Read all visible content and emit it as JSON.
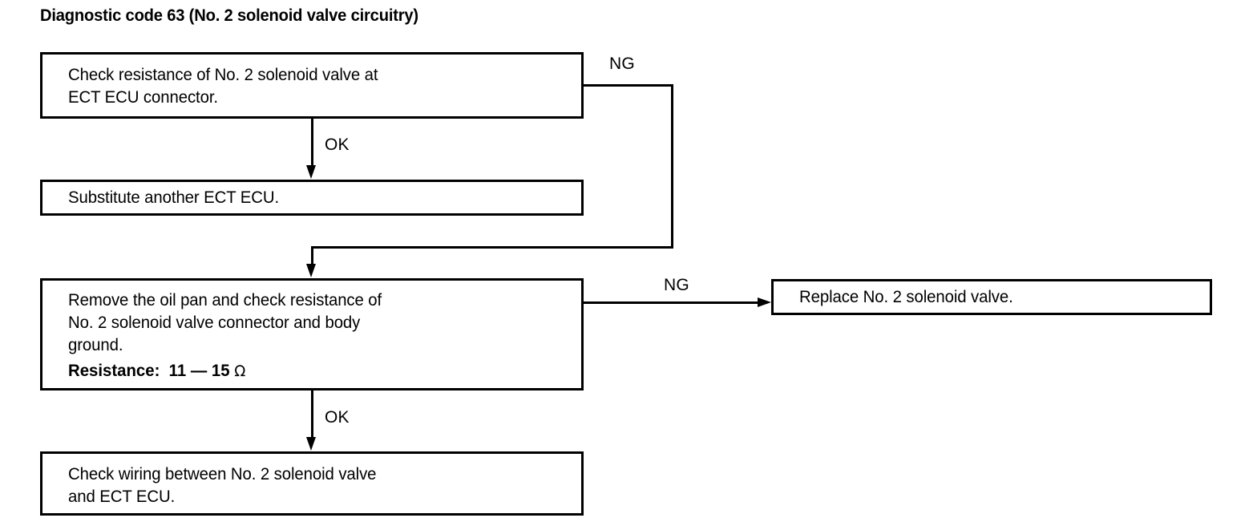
{
  "page": {
    "title": "Diagnostic code 63 (No. 2 solenoid valve circuitry)",
    "background_color": "#ffffff",
    "line_color": "#000000"
  },
  "flowchart": {
    "type": "diagnostic-flowchart",
    "nodes": [
      {
        "id": "check-resistance",
        "text": "Check resistance of No. 2 solenoid valve at\nECT ECU connector."
      },
      {
        "id": "substitute-ecu",
        "text": "Substitute another ECT ECU."
      },
      {
        "id": "remove-oil-pan",
        "text": "Remove the oil pan and check resistance of\nNo. 2 solenoid valve connector and body\nground.",
        "spec_label": "Resistance:",
        "spec_value": "11 — 15",
        "spec_unit": "Ω"
      },
      {
        "id": "replace-valve",
        "text": "Replace No. 2 solenoid valve."
      },
      {
        "id": "check-wiring",
        "text": "Check wiring between No. 2 solenoid valve\nand ECT ECU."
      }
    ],
    "edges": [
      {
        "id": "edge-ng-1",
        "from": "check-resistance",
        "to": "remove-oil-pan",
        "label": "NG"
      },
      {
        "id": "edge-ok-1",
        "from": "check-resistance",
        "to": "substitute-ecu",
        "label": "OK"
      },
      {
        "id": "edge-ng-2",
        "from": "remove-oil-pan",
        "to": "replace-valve",
        "label": "NG"
      },
      {
        "id": "edge-ok-2",
        "from": "remove-oil-pan",
        "to": "check-wiring",
        "label": "OK"
      }
    ]
  }
}
